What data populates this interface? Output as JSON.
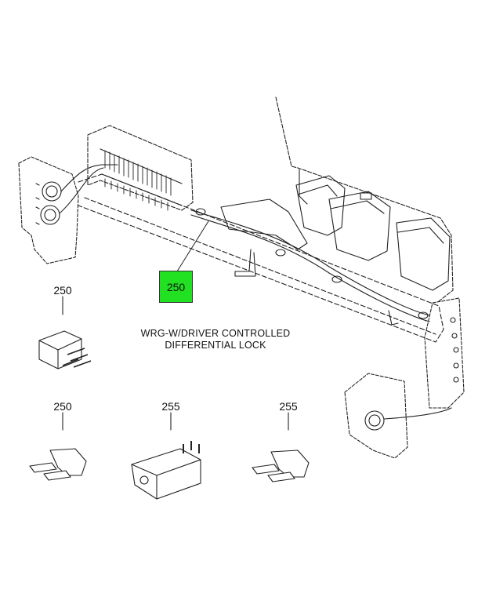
{
  "diagram": {
    "caption_line1": "WRG-W/DRIVER CONTROLLED",
    "caption_line2": "DIFFERENTIAL LOCK",
    "highlight_callout": "250",
    "highlight_color": "#22e022",
    "parts": [
      {
        "id": "relay",
        "callout": "250"
      },
      {
        "id": "fuse-left",
        "callout": "250"
      },
      {
        "id": "flasher",
        "callout": "255"
      },
      {
        "id": "fuse-right",
        "callout": "255"
      }
    ]
  }
}
